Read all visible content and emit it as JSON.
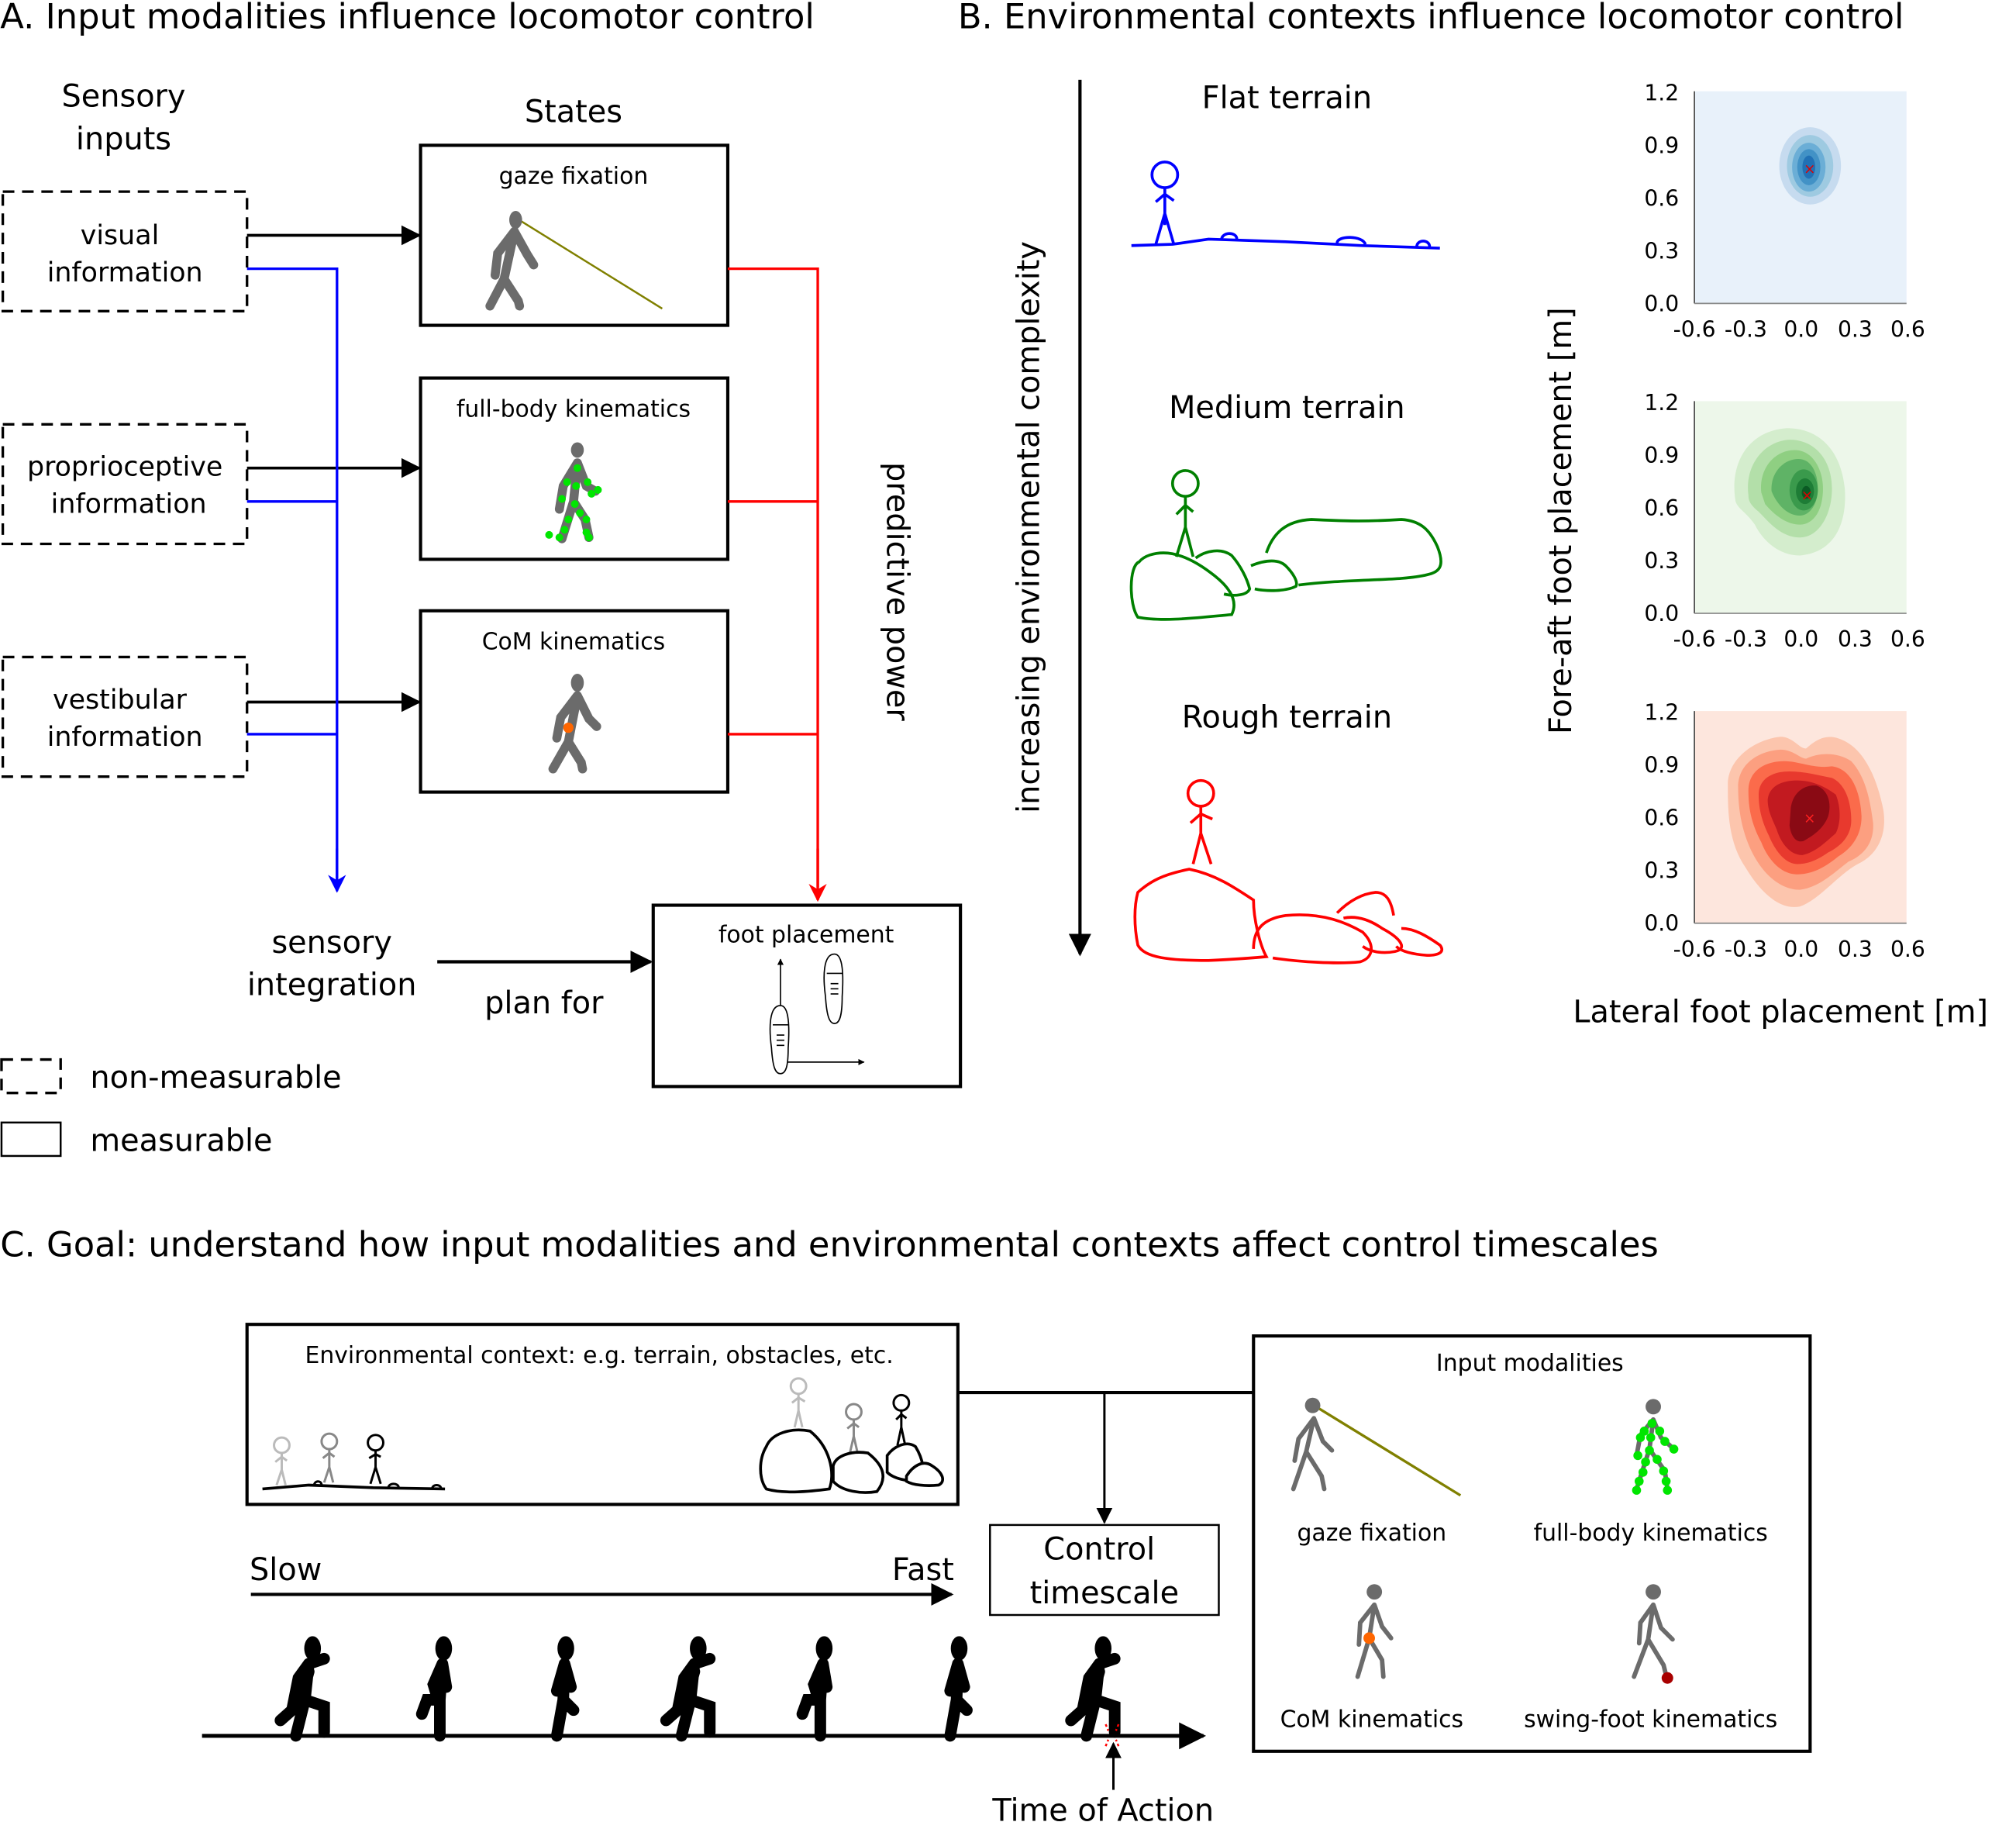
{
  "panel_a": {
    "title": "A. Input modalities influence locomotor control",
    "sensory_header_line1": "Sensory",
    "sensory_header_line2": "inputs",
    "states_header": "States",
    "inputs": [
      {
        "line1": "visual",
        "line2": "information"
      },
      {
        "line1": "proprioceptive",
        "line2": "information"
      },
      {
        "line1": "vestibular",
        "line2": "information"
      }
    ],
    "states": [
      {
        "label": "gaze fixation"
      },
      {
        "label": "full-body kinematics"
      },
      {
        "label": "CoM kinematics"
      }
    ],
    "predictive_power": "predictive power",
    "sensory_integration_line1": "sensory",
    "sensory_integration_line2": "integration",
    "plan_for": "plan for",
    "foot_placement": "foot placement",
    "legend": {
      "non_measurable": "non-measurable",
      "measurable": "measurable"
    },
    "colors": {
      "sensory_path": "#0000ff",
      "predictive_path": "#ff0000",
      "gaze_line": "#808000",
      "marker_green": "#00e600",
      "com_orange": "#ff6600"
    }
  },
  "panel_b": {
    "title": "B. Environmental contexts influence locomotor control",
    "complexity_axis": "increasing environmental complexity",
    "terrains": [
      {
        "label": "Flat terrain",
        "color": "#0000ff"
      },
      {
        "label": "Medium terrain",
        "color": "#008000"
      },
      {
        "label": "Rough terrain",
        "color": "#ff0000"
      }
    ],
    "y_axis_label": "Fore-aft foot placement [m]",
    "x_axis_label": "Lateral foot placement [m]"
  },
  "chart_data": [
    {
      "type": "heatmap",
      "title": "Flat terrain",
      "xlabel": "Lateral foot placement [m]",
      "ylabel": "Fore-aft foot placement [m]",
      "xlim": [
        -0.6,
        0.6
      ],
      "ylim": [
        0.0,
        1.2
      ],
      "xticks": [
        "-0.6",
        "-0.3",
        "0.0",
        "0.3",
        "0.6"
      ],
      "yticks": [
        "0.0",
        "0.3",
        "0.6",
        "0.9",
        "1.2"
      ],
      "peak": {
        "x": 0.05,
        "y": 0.75
      },
      "spread": {
        "x": 0.09,
        "y": 0.15
      },
      "colormap": "Blues"
    },
    {
      "type": "heatmap",
      "title": "Medium terrain",
      "xlabel": "Lateral foot placement [m]",
      "ylabel": "Fore-aft foot placement [m]",
      "xlim": [
        -0.6,
        0.6
      ],
      "ylim": [
        0.0,
        1.2
      ],
      "xticks": [
        "-0.6",
        "-0.3",
        "0.0",
        "0.3",
        "0.6"
      ],
      "yticks": [
        "0.0",
        "0.3",
        "0.6",
        "0.9",
        "1.2"
      ],
      "peak": {
        "x": 0.05,
        "y": 0.67
      },
      "spread": {
        "x": 0.2,
        "y": 0.35
      },
      "colormap": "Greens"
    },
    {
      "type": "heatmap",
      "title": "Rough terrain",
      "xlabel": "Lateral foot placement [m]",
      "ylabel": "Fore-aft foot placement [m]",
      "xlim": [
        -0.6,
        0.6
      ],
      "ylim": [
        0.0,
        1.2
      ],
      "xticks": [
        "-0.6",
        "-0.3",
        "0.0",
        "0.3",
        "0.6"
      ],
      "yticks": [
        "0.0",
        "0.3",
        "0.6",
        "0.9",
        "1.2"
      ],
      "peak": {
        "x": 0.05,
        "y": 0.6
      },
      "spread": {
        "x": 0.3,
        "y": 0.5
      },
      "colormap": "Reds"
    }
  ],
  "panel_c": {
    "title": "C. Goal: understand how input modalities and environmental contexts affect control timescales",
    "env_context": "Environmental context: e.g. terrain, obstacles, etc.",
    "input_modalities": "Input modalities",
    "modalities": [
      {
        "label": "gaze fixation"
      },
      {
        "label": "full-body kinematics"
      },
      {
        "label": "CoM kinematics"
      },
      {
        "label": "swing-foot kinematics"
      }
    ],
    "control_timescale_line1": "Control",
    "control_timescale_line2": "timescale",
    "slow": "Slow",
    "fast": "Fast",
    "time_of_action": "Time of Action",
    "runner_count": 7
  }
}
